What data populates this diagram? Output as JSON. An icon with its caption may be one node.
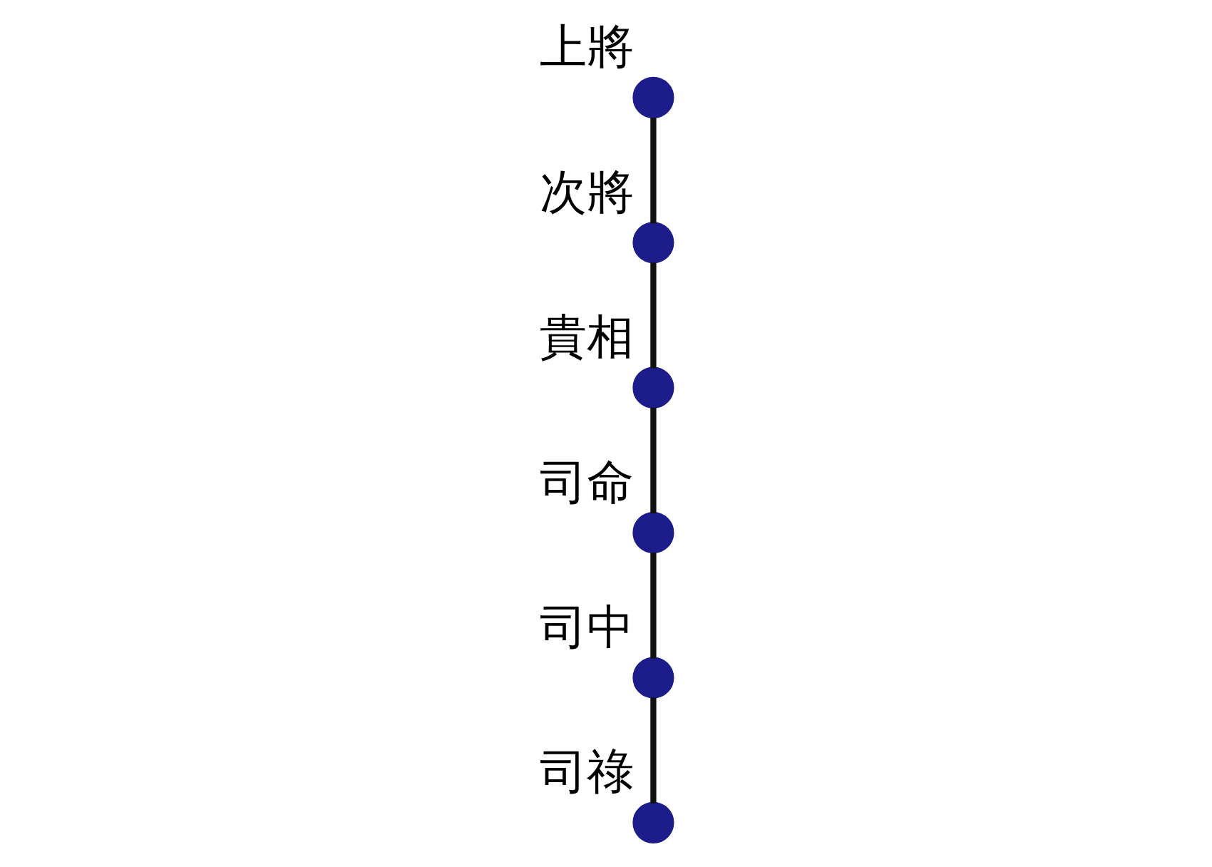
{
  "diagram": {
    "nodes": [
      {
        "text": [],
        "shape": "circle",
        "beside": [
          "上將"
        ]
      },
      {
        "text": [],
        "shape": "circle",
        "beside": [
          "次將"
        ]
      },
      {
        "text": [],
        "shape": "circle",
        "beside": [
          "貴相"
        ]
      },
      {
        "text": [],
        "shape": "circle",
        "beside": [
          "司命"
        ]
      },
      {
        "text": [],
        "shape": "circle",
        "beside": [
          "司中"
        ]
      },
      {
        "text": [],
        "shape": "circle",
        "beside": [
          "司祿"
        ]
      }
    ],
    "edges": [
      {
        "from": 0,
        "to": 1,
        "arrow": "none"
      },
      {
        "from": 1,
        "to": 2,
        "arrow": "none"
      },
      {
        "from": 2,
        "to": 3,
        "arrow": "none"
      },
      {
        "from": 3,
        "to": 4,
        "arrow": "none"
      },
      {
        "from": 4,
        "to": 5,
        "arrow": "none"
      }
    ]
  }
}
